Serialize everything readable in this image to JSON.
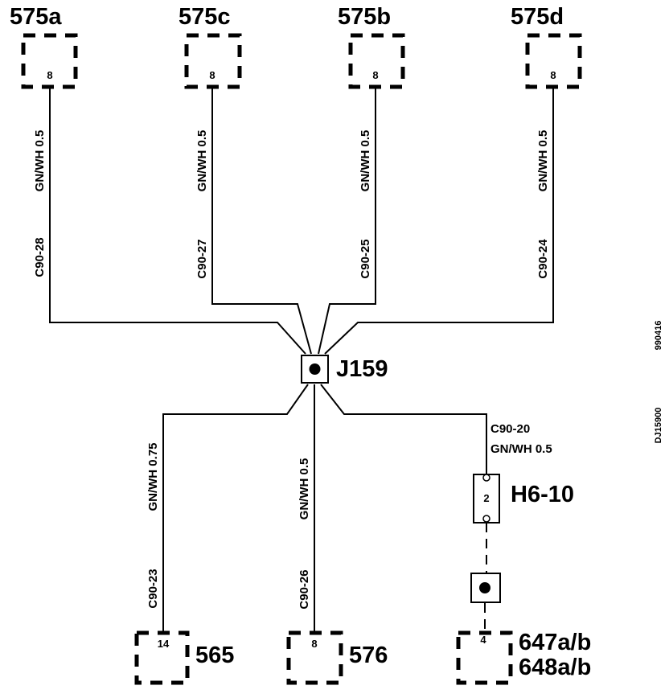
{
  "top_connectors": [
    {
      "label": "575a",
      "pin": "8",
      "wire": "GN/WH 0.5",
      "circuit": "C90-28"
    },
    {
      "label": "575c",
      "pin": "8",
      "wire": "GN/WH 0.5",
      "circuit": "C90-27"
    },
    {
      "label": "575b",
      "pin": "8",
      "wire": "GN/WH 0.5",
      "circuit": "C90-25"
    },
    {
      "label": "575d",
      "pin": "8",
      "wire": "GN/WH 0.5",
      "circuit": "C90-24"
    }
  ],
  "splice": {
    "label": "J159"
  },
  "bottom_connectors": [
    {
      "label": "565",
      "pin": "14",
      "wire": "GN/WH 0.75",
      "circuit": "C90-23"
    },
    {
      "label": "576",
      "pin": "8",
      "wire": "GN/WH 0.5",
      "circuit": "C90-26"
    }
  ],
  "right_branch": {
    "circuit": "C90-20",
    "wire": "GN/WH 0.5",
    "inline_connector": {
      "label": "H6-10",
      "pin": "2"
    },
    "end_connector": {
      "label_1": "647a/b",
      "label_2": "648a/b",
      "pin": "4"
    }
  },
  "side_text": {
    "doc_id": "DJ15900",
    "date_code": "990416"
  }
}
